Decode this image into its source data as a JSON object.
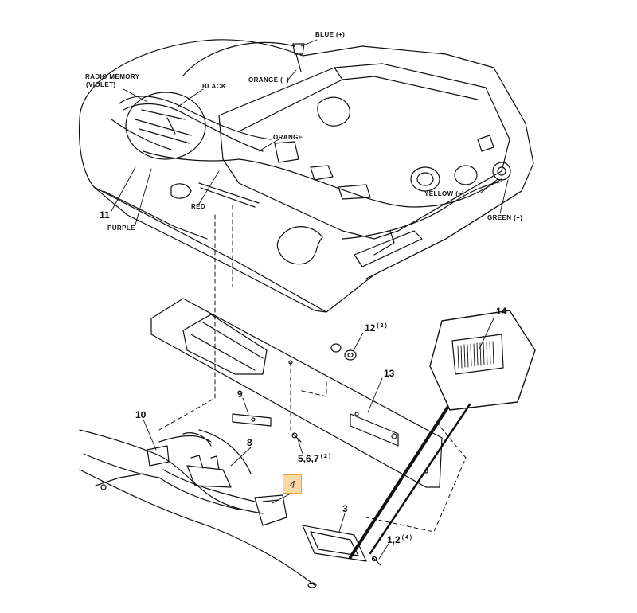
{
  "wire_labels": {
    "blue": "BLUE (+)",
    "orange_neg": "ORANGE (–)",
    "radio_memory_line1": "RADIO MEMORY",
    "radio_memory_line2": "(VIOLET)",
    "black": "BLACK",
    "orange": "ORANGE",
    "red": "RED",
    "purple": "PURPLE",
    "yellow": "YELLOW (–)",
    "green": "GREEN (+)"
  },
  "part_numbers": {
    "p11": "11",
    "p14": "14",
    "p12": "12",
    "p12_qty": "( 2 )",
    "p13": "13",
    "p9": "9",
    "p10": "10",
    "p8": "8",
    "p567": "5,6,7",
    "p567_qty": "( 2 )",
    "p3": "3",
    "p12b": "1,2",
    "p12b_qty": "( 4 )"
  },
  "highlighted_callout": {
    "label": "4",
    "color": "#fbd9a6",
    "border_color": "#e9a23b"
  },
  "colors": {
    "ink": "#111111",
    "background": "#ffffff"
  }
}
